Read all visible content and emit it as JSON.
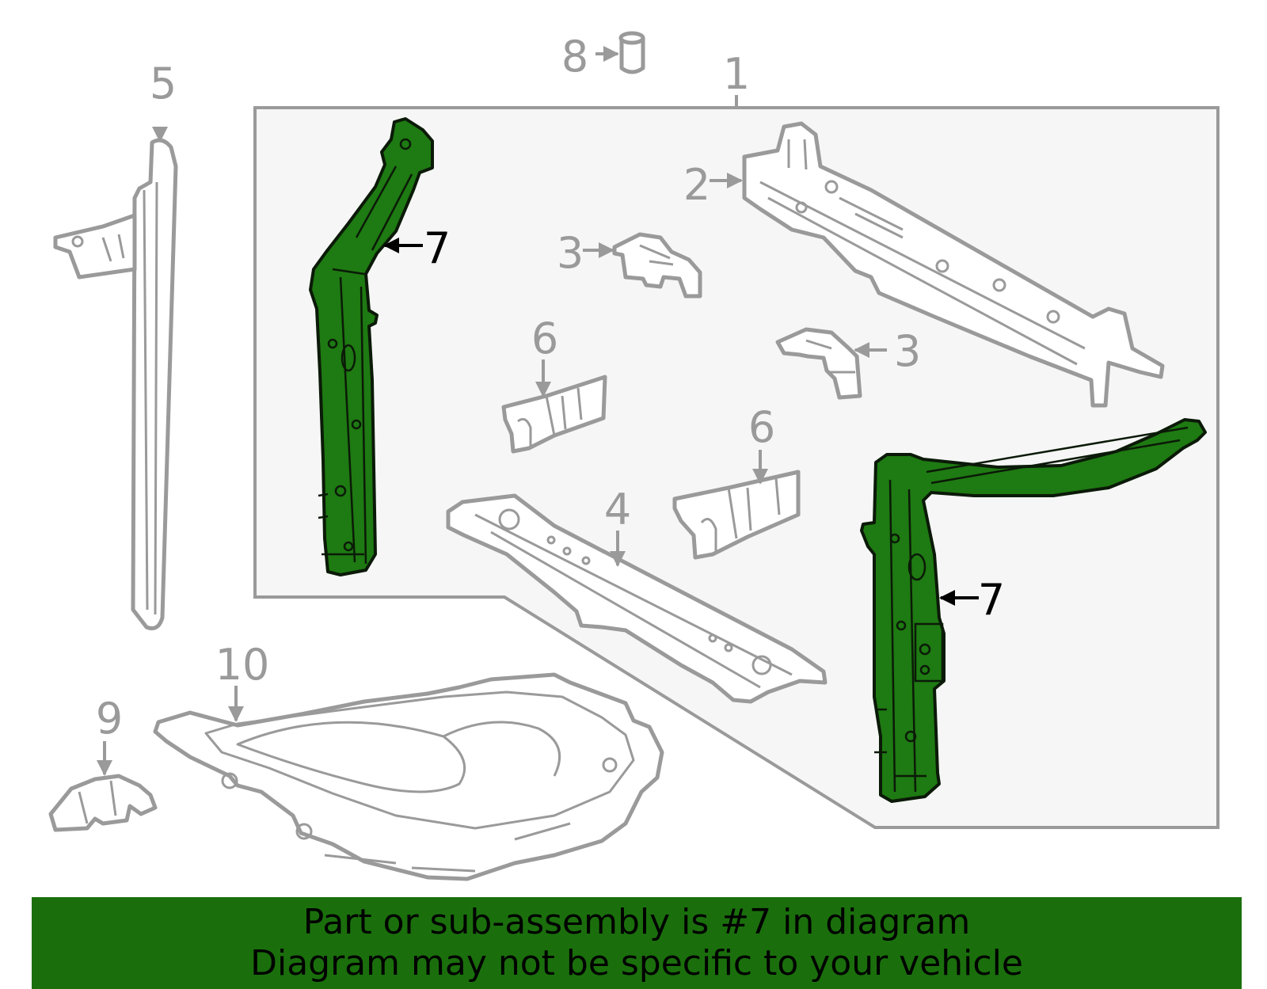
{
  "callouts": {
    "c1": "1",
    "c2": "2",
    "c3a": "3",
    "c3b": "3",
    "c4": "4",
    "c5": "5",
    "c6a": "6",
    "c6b": "6",
    "c7a": "7",
    "c7b": "7",
    "c8": "8",
    "c9": "9",
    "c10": "10"
  },
  "banner": {
    "line1": "Part or sub-assembly is #7 in diagram",
    "line2": "Diagram may not be specific to your vehicle"
  },
  "colors": {
    "highlight": "#1e7a12",
    "banner": "#1a6f0c",
    "line": "#9a9a9a"
  }
}
